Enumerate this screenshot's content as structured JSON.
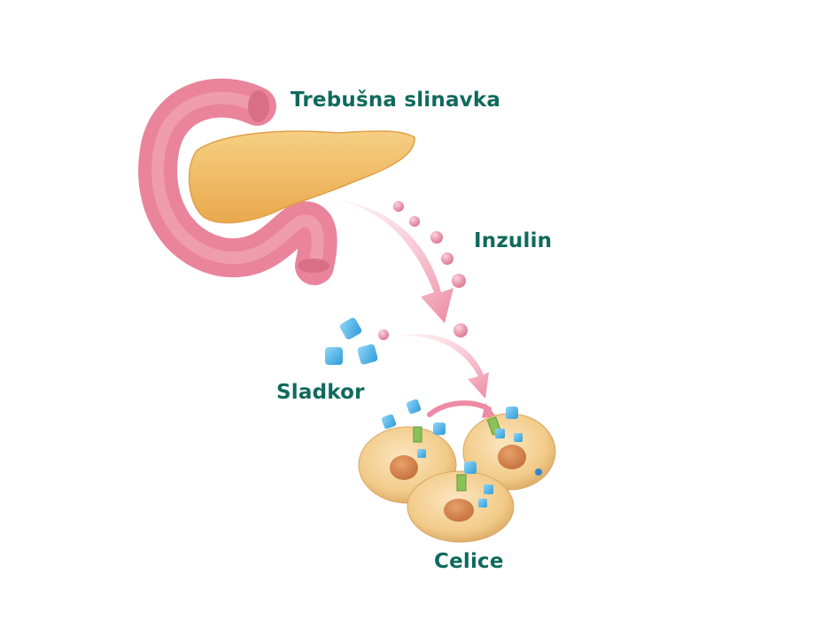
{
  "labels": {
    "pancreas": "Trebušna slinavka",
    "insulin": "Inzulin",
    "sugar": "Sladkor",
    "cells": "Celice"
  },
  "colors": {
    "label_text": "#0f6a5c",
    "intestine": "#e9849a",
    "pancreas": "#f2bf6a",
    "arrow": "#f29ab0",
    "insulin_dot": "#ec8fa6",
    "sugar_cube": "#4fb6ea",
    "cell": "#f3cf93",
    "nucleus": "#d9884e",
    "receptor": "#8cc15a"
  }
}
